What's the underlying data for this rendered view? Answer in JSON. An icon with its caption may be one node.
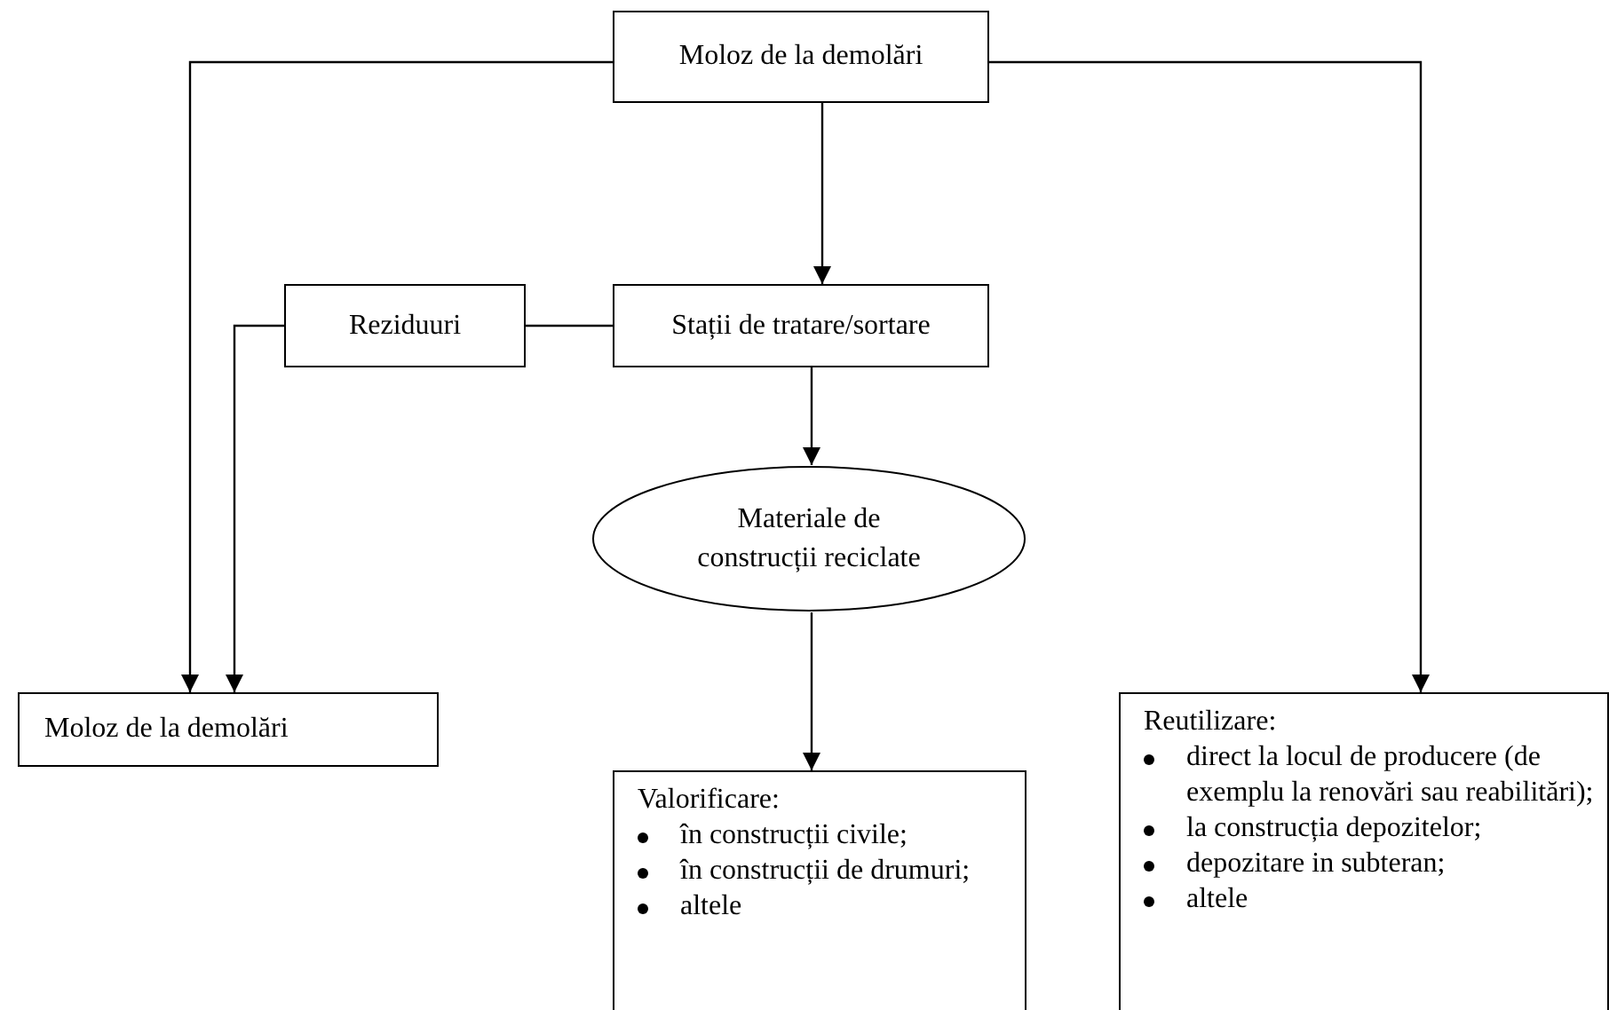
{
  "diagram": {
    "nodes": [
      {
        "text": [
          "Moloz de la demolări"
        ]
      },
      {
        "text": [
          "Reziduuri"
        ]
      },
      {
        "text": [
          "Stații de tratare/sortare"
        ]
      },
      {
        "text": [
          "Materiale de construcții reciclate"
        ]
      },
      {
        "text": [
          "Moloz de la demolări"
        ]
      },
      {
        "text": [
          "Valorificare:",
          "în construcții civile;",
          "în construcții de drumuri;",
          "altele"
        ]
      },
      {
        "text": [
          "Reutilizare:",
          "direct la locul de producere (de exemplu la renovări sau reabilitări);",
          "la construcția depozitelor;",
          "depozitare in subteran;",
          "altele"
        ]
      }
    ],
    "edges": [
      {
        "from": 0,
        "to": 4,
        "arrow": "to"
      },
      {
        "from": 0,
        "to": 2,
        "arrow": "to"
      },
      {
        "from": 0,
        "to": 6,
        "arrow": "to"
      },
      {
        "from": 2,
        "to": 1,
        "arrow": "none"
      },
      {
        "from": 1,
        "to": 4,
        "arrow": "to"
      },
      {
        "from": 2,
        "to": 3,
        "arrow": "to"
      },
      {
        "from": 3,
        "to": 5,
        "arrow": "to"
      }
    ]
  }
}
